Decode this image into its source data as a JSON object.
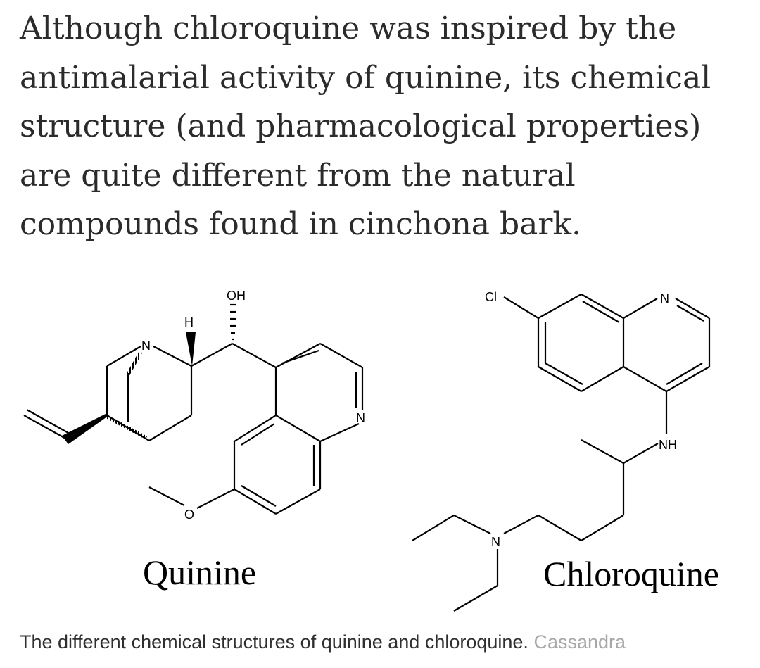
{
  "article": {
    "lines": [
      "Although chloroquine was inspired by the",
      "antimalarial activity of quinine, its chemical",
      "structure (and pharmacological properties)",
      "are quite different from the natural",
      "compounds found in cinchona bark."
    ]
  },
  "figure": {
    "quinine": {
      "name": "Quinine",
      "atoms": {
        "oh": "OH",
        "h": "H",
        "n_bridge": "N",
        "n_ring": "N",
        "o": "O"
      }
    },
    "chloroquine": {
      "name": "Chloroquine",
      "atoms": {
        "cl": "Cl",
        "n_ring": "N",
        "nh": "NH",
        "n_amine": "N"
      }
    }
  },
  "caption": {
    "text": "The different chemical structures of quinine and chloroquine.",
    "credit": "Cassandra"
  }
}
